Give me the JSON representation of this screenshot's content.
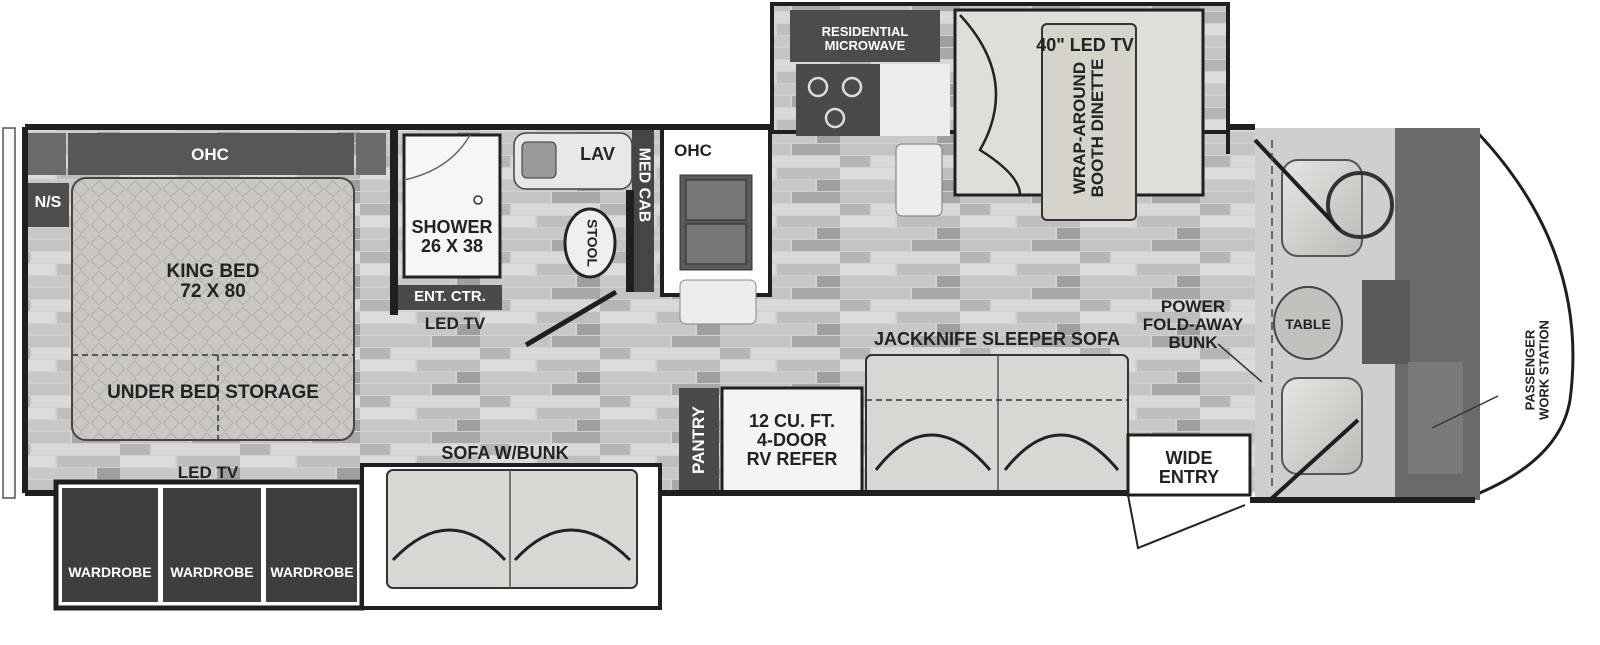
{
  "labels": {
    "residential_microwave": "RESIDENTIAL\nMICROWAVE",
    "led_tv_40": "40\" LED TV",
    "dinette": "WRAP-AROUND\nBOOTH DINETTE",
    "ohc_bedroom": "OHC",
    "ns": "N/S",
    "king_bed": "KING BED\n72 X 80",
    "under_bed_storage": "UNDER BED STORAGE",
    "shower": "SHOWER\n26 X 38",
    "lav": "LAV",
    "med_cab": "MED CAB",
    "stool": "STOOL",
    "ohc_kitchen": "OHC",
    "ent_ctr": "ENT. CTR.",
    "led_tv_bath": "LED TV",
    "led_tv_bedroom": "LED TV",
    "power_bunk": "POWER\nFOLD-AWAY\nBUNK",
    "table": "TABLE",
    "passenger_ws": "PASSENGER\nWORK STATION",
    "jackknife": "JACKKNIFE SLEEPER SOFA",
    "pantry": "PANTRY",
    "refer": "12 CU. FT.\n4-DOOR\nRV REFER",
    "wide_entry": "WIDE\nENTRY",
    "sofa_bunk": "SOFA W/BUNK",
    "wardrobe_1": "WARDROBE",
    "wardrobe_2": "WARDROBE",
    "wardrobe_3": "WARDROBE"
  },
  "colors": {
    "wall": "#1f1f1f",
    "floor_light": "#d2d2d0",
    "floor_mid": "#b8b8b6",
    "floor_dark": "#9a9a98",
    "furniture_gray": "#5c5c5c",
    "bed_fill": "#c9c5c0",
    "sofa_fill": "#d8d6d2"
  }
}
